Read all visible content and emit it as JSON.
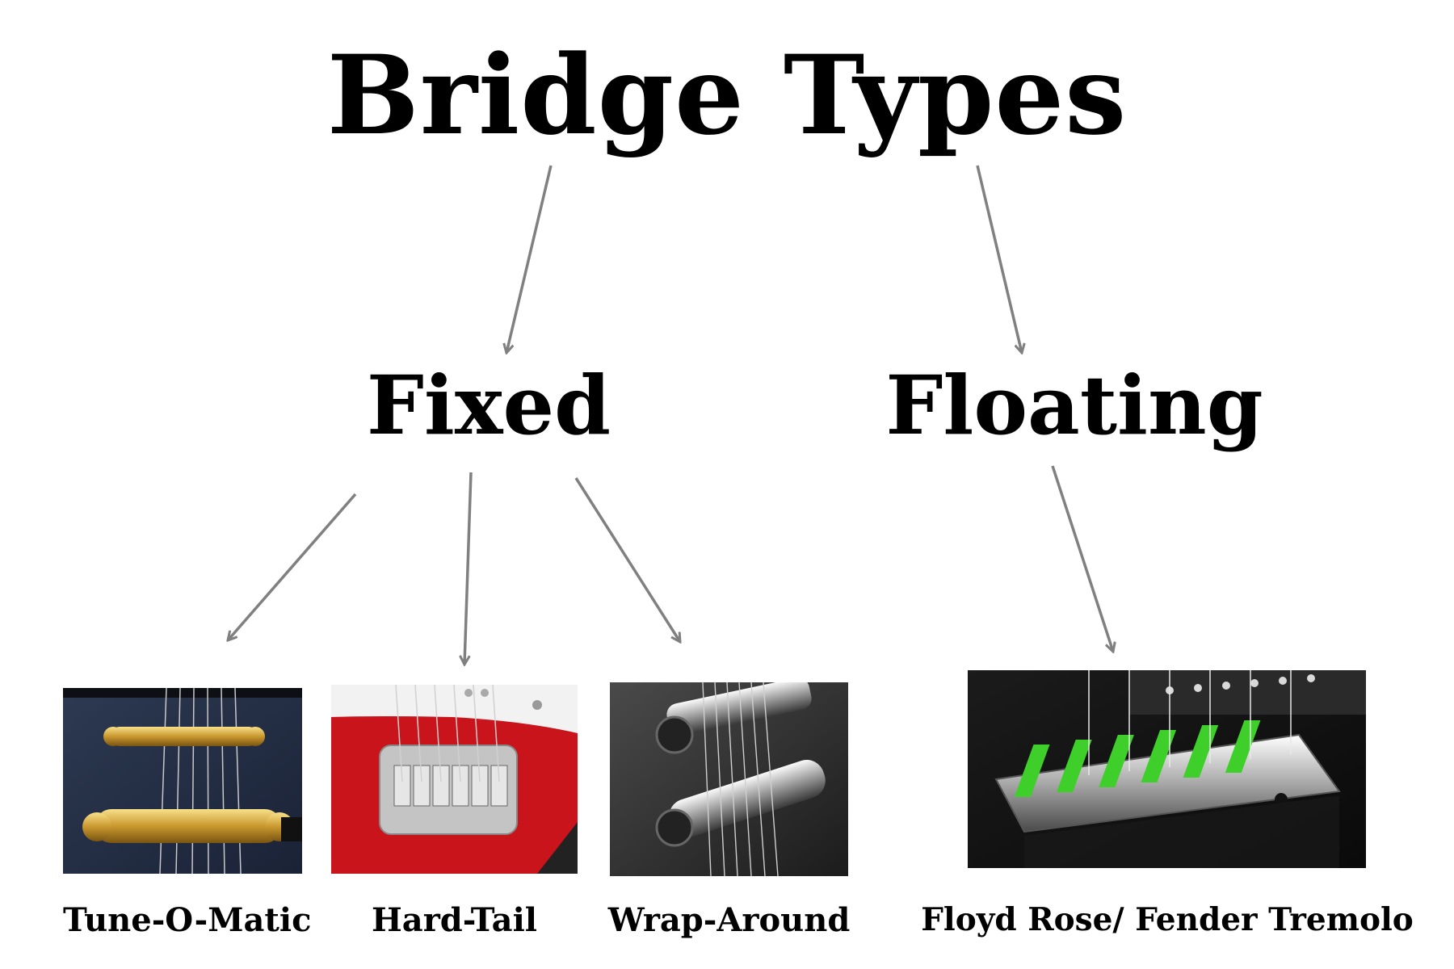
{
  "title": "Bridge Types",
  "categories": {
    "fixed": "Fixed",
    "floating": "Floating"
  },
  "items": [
    {
      "label": "Tune-O-Matic"
    },
    {
      "label": "Hard-Tail"
    },
    {
      "label": "Wrap-Around"
    },
    {
      "label": "Floyd Rose/ Fender Tremolo"
    }
  ],
  "colors": {
    "arrow": "#808080",
    "text": "#000000",
    "background": "#ffffff"
  }
}
